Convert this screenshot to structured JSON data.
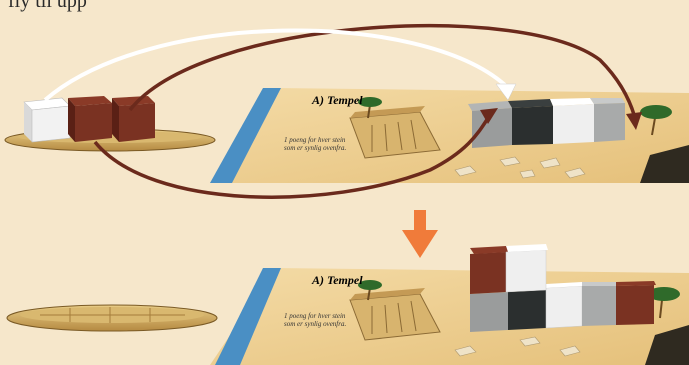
{
  "header_fragment": "fly til upp",
  "panels": [
    {
      "label": "A) Tempel",
      "note": "1 poeng for hver stein som er synlig ovenfra."
    },
    {
      "label": "A) Tempel",
      "note": "1 poeng for hver stein som er synlig ovenfra."
    }
  ],
  "colors": {
    "background": "#f6e7cb",
    "arrow_white": "#ffffff",
    "arrow_brown": "#6b2a1c",
    "down_arrow": "#f07b3a",
    "stone_white": "#f2f2f2",
    "stone_brown": "#7a3222",
    "stone_black": "#2b2f2f",
    "stone_gray": "#9a9c9c",
    "water": "#4a8fc4"
  },
  "icons": [
    "down-arrow-icon",
    "curved-arrow-icon"
  ]
}
